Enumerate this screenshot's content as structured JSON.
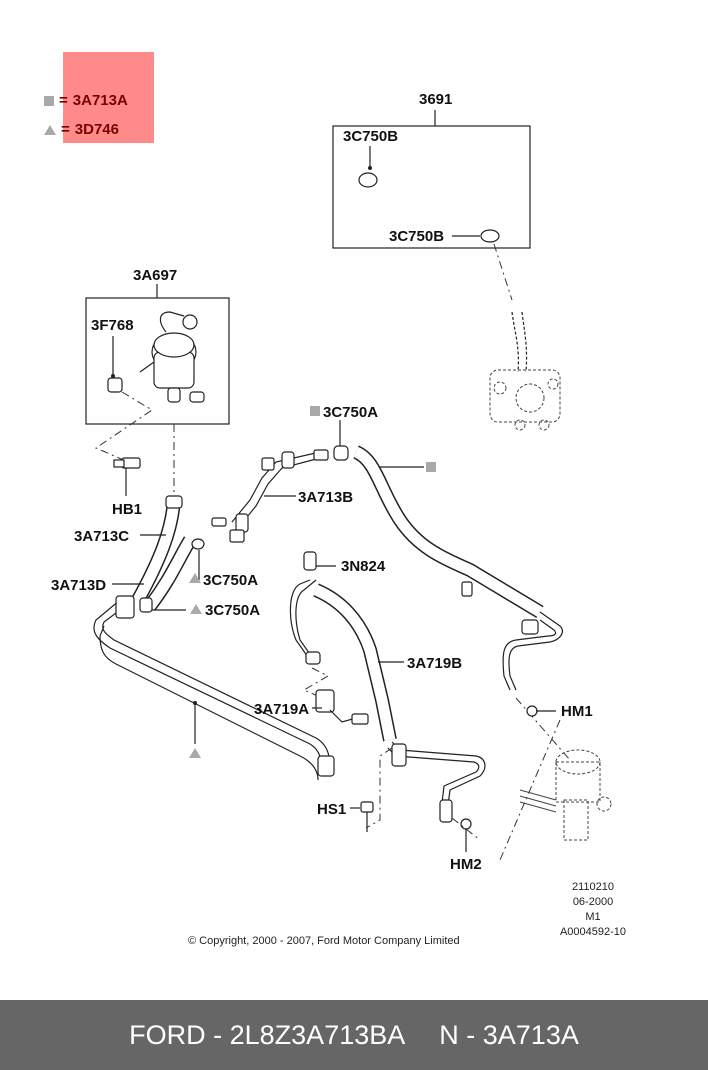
{
  "legend": {
    "square_code": "3A713A",
    "triangle_code": "3D746",
    "equals": "="
  },
  "colors": {
    "highlight": "#ff8a8a",
    "legend_text": "#7a0000",
    "marker_gray": "#a9a9a9",
    "footer_bg": "#666666",
    "footer_text": "#ffffff"
  },
  "callouts": {
    "c3691": "3691",
    "c3c750b_top": "3C750B",
    "c3c750b_bottom": "3C750B",
    "c3a697": "3A697",
    "c3f768": "3F768",
    "hb1": "HB1",
    "c3a713c": "3A713C",
    "c3a713d": "3A713D",
    "c3c750a_1": "3C750A",
    "c3c750a_2": "3C750A",
    "c3c750a_top": "3C750A",
    "c3a713b": "3A713B",
    "c3n824": "3N824",
    "c3a719b": "3A719B",
    "c3a719a": "3A719A",
    "hm1": "HM1",
    "hs1": "HS1",
    "hm2": "HM2"
  },
  "meta": {
    "line1": "2110210",
    "line2": "06-2000",
    "line3": "M1",
    "line4": "A0004592-10"
  },
  "copyright": "© Copyright, 2000 - 2007, Ford Motor Company Limited",
  "footer": {
    "left": "FORD - 2L8Z3A713BA",
    "right": "N - 3A713A"
  }
}
